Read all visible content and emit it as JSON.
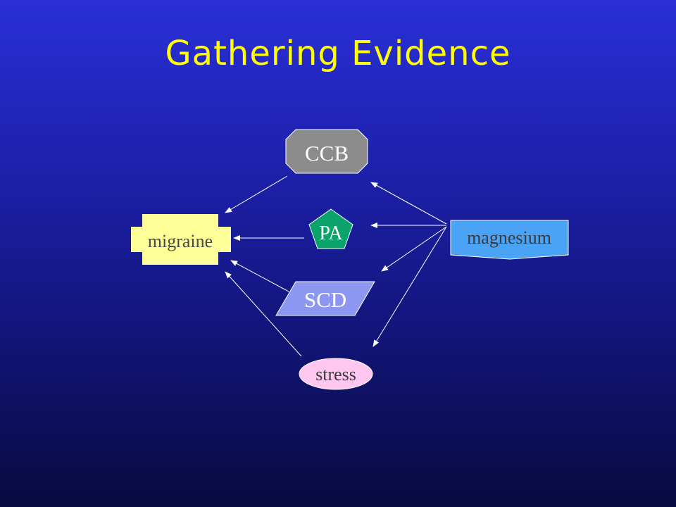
{
  "slide": {
    "title": "Gathering Evidence"
  },
  "diagram": {
    "nodes": {
      "ccb": {
        "label": "CCB",
        "color": "#8c8c8c"
      },
      "pa": {
        "label": "PA",
        "color": "#0aa36b"
      },
      "migraine": {
        "label": "migraine",
        "color": "#ffff99"
      },
      "magnesium": {
        "label": "magnesium",
        "color": "#4aa3f5"
      },
      "scd": {
        "label": "SCD",
        "color": "#8c97f2"
      },
      "stress": {
        "label": "stress",
        "color": "#ffc7f0"
      }
    },
    "edges": [
      {
        "from": "ccb",
        "to": "migraine"
      },
      {
        "from": "pa",
        "to": "migraine"
      },
      {
        "from": "scd",
        "to": "migraine"
      },
      {
        "from": "stress",
        "to": "migraine"
      },
      {
        "from": "magnesium",
        "to": "ccb"
      },
      {
        "from": "magnesium",
        "to": "pa"
      },
      {
        "from": "magnesium",
        "to": "scd"
      },
      {
        "from": "magnesium",
        "to": "stress"
      }
    ]
  }
}
